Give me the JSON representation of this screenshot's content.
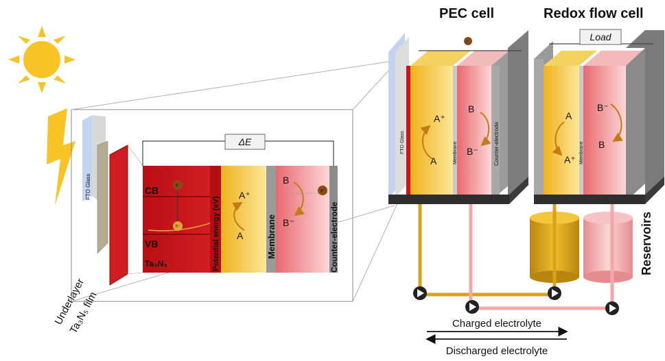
{
  "titles": {
    "pec_cell": "PEC cell",
    "redox_flow_cell": "Redox flow cell"
  },
  "zoom_panel": {
    "delta_e": "ΔE",
    "cb": "CB",
    "vb": "VB",
    "ta3n5": "Ta₃N₅",
    "potential_energy": "Potential energy (eV)",
    "electron": "e⁻",
    "hole": "h⁺",
    "a_plus": "A⁺",
    "a": "A",
    "membrane": "Membrane",
    "b": "B",
    "b_minus": "B⁻",
    "counter_electrode": "Counter-electrode"
  },
  "layers": {
    "fto_glass": "FTO Glass",
    "underlayer": "Underlayer",
    "ta3n5_film": "Ta₃N₅ film"
  },
  "pec": {
    "electron": "e⁻",
    "fto_glass": "FTO Glass",
    "a_plus": "A⁺",
    "a": "A",
    "membrane": "Membrane",
    "b": "B",
    "b_minus": "B⁻",
    "counter_electrode": "Counter-electrode"
  },
  "rfc": {
    "load": "Load",
    "a": "A",
    "a_plus": "A⁺",
    "membrane": "Membrane",
    "b_minus": "B⁻",
    "b": "B",
    "reservoirs": "Reservoirs"
  },
  "flow": {
    "charged": "Charged electrolyte",
    "discharged": "Discharged electrolyte"
  },
  "colors": {
    "sun": "#f7c325",
    "ta3n5_red": "#c8161b",
    "anolyte_yellow": "#f2c23a",
    "catholyte_pink": "#f2a5a8",
    "membrane_gray": "#9a9a9a",
    "pipe_gold": "#d9a21a",
    "pipe_pink": "#f0a8a8",
    "glass_blue": "#c3d4f0"
  }
}
